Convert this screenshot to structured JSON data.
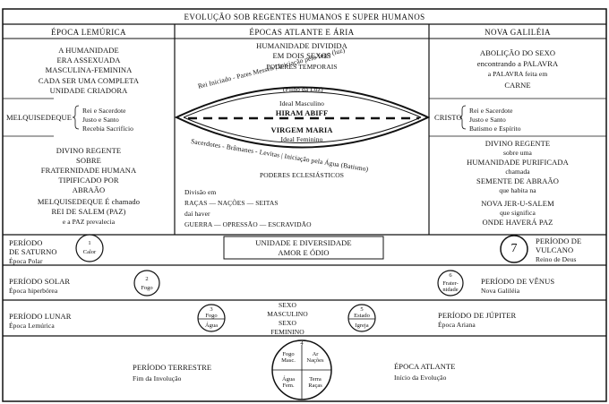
{
  "title": "EVOLUÇÃO SOB REGENTES HUMANOS E SUPER HUMANOS",
  "columns": {
    "left": "ÉPOCA LEMÚRICA",
    "center": "ÉPOCAS ATLANTE E ÁRIA",
    "right": "NOVA GALILÉIA"
  },
  "left_top": {
    "l1": "A HUMANIDADE",
    "l2": "ERA ASSEXUADA",
    "l3": "MASCULINA-FEMININA",
    "l4": "CADA SER UMA COMPLETA",
    "l5": "UNIDADE CRIADORA"
  },
  "center_top": {
    "l1": "HUMANIDADE DIVIDIDA",
    "l2": "EM DOIS SEXOS",
    "poderes_temporais": "PODERES TEMPORAIS"
  },
  "right_top": {
    "l1": "ABOLIÇÃO DO SEXO",
    "l2": "encontrando a PALAVRA",
    "l3": "a PALAVRA feita em",
    "l4": "CARNE"
  },
  "ellipse": {
    "upper_arc": "Rei Iniciado - Pares Messen | Iniciação pelo fogo (luz)",
    "upper_arc2": "(Filho da Luz)",
    "ideal_masculino": "Ideal Masculino",
    "hiram": "HIRAM ABIFF",
    "virgem": "VIRGEM MARIA",
    "ideal_feminino": "Ideal Feminino",
    "lower_arc": "Sacerdotes - Brâmanes - Levitas | Iniciação pela Água (Batismo)",
    "poderes_eclesiasticos": "PODERES ECLESIÁSTICOS"
  },
  "melquisedeque": {
    "label": "MELQUISEDEQUE",
    "items": [
      "Rei e Sacerdote",
      "Justo e Santo",
      "Recebia Sacrifício"
    ]
  },
  "cristo": {
    "label": "CRISTO",
    "items": [
      "Rei e Sacerdote",
      "Justo e Santo",
      "Batismo e Espírito"
    ]
  },
  "left_bottom": {
    "l1": "DIVINO REGENTE",
    "l2": "SOBRE",
    "l3": "FRATERNIDADE HUMANA",
    "l4": "TIPIFICADO POR",
    "l5": "ABRAÃO",
    "l6": "MELQUISEDEQUE É chamado",
    "l7": "REI DE SALEM (PAZ)",
    "l8": "e a PAZ prevalecia"
  },
  "center_bottom": {
    "l1": "Divisão em",
    "l2": "RAÇAS  —  NAÇÕES  —  SEITAS",
    "l3": "daí haver",
    "l4": "GUERRA  —  OPRESSÃO  —  ESCRAVIDÃO"
  },
  "right_bottom": {
    "l1": "DIVINO REGENTE",
    "l2": "sobre uma",
    "l3": "HUMANIDADE PURIFICADA",
    "l4": "chamada",
    "l5": "SEMENTE DE ABRAÃO",
    "l6": "que habita na",
    "l7": "NOVA JER-U-SALEM",
    "l8": "que significa",
    "l9": "ONDE HAVERÁ PAZ"
  },
  "unidade": {
    "l1": "UNIDADE E DIVERSIDADE",
    "l2": "AMOR E ÓDIO"
  },
  "periods": {
    "saturno_a": "PERÍODO",
    "saturno_b": "DE SATURNO",
    "saturno_c": "Época Polar",
    "solar_a": "PERÍODO SOLAR",
    "solar_b": "Época hiperbórea",
    "lunar_a": "PERÍODO LUNAR",
    "lunar_b": "Época Lemúrica",
    "terrestre_a": "PERÍODO TERRESTRE",
    "terrestre_b": "Fim da Involução",
    "vulcano_a": "PERÍODO DE",
    "vulcano_b": "VULCANO",
    "vulcano_c": "Reino de Deus",
    "venus_a": "PERÍODO DE VÊNUS",
    "venus_b": "Nova Galiléia",
    "jupiter_a": "PERÍODO DE JÚPITER",
    "jupiter_b": "Época Ariana",
    "atlante_a": "ÉPOCA ATLANTE",
    "atlante_b": "Início da Evolução"
  },
  "circles": {
    "c1_num": "1",
    "c1_lbl": "Calor",
    "c2_num": "2",
    "c2_lbl": "Fogo",
    "c3_num": "3",
    "c3_top": "Fogo",
    "c3_bot": "Água",
    "c4_num": "4",
    "c4_tl": "Fogo Masc.",
    "c4_tr": "Ar Nações",
    "c4_bl": "Água Fem.",
    "c4_br": "Terra Raças",
    "c5_num": "5",
    "c5_top": "Estado",
    "c5_bot": "Igreja",
    "c6_num": "6",
    "c6_lbl": "Frater-nidade",
    "c7_num": "7"
  },
  "sexo": {
    "l1": "SEXO",
    "l2": "MASCULINO",
    "l3": "SEXO",
    "l4": "FEMININO"
  }
}
